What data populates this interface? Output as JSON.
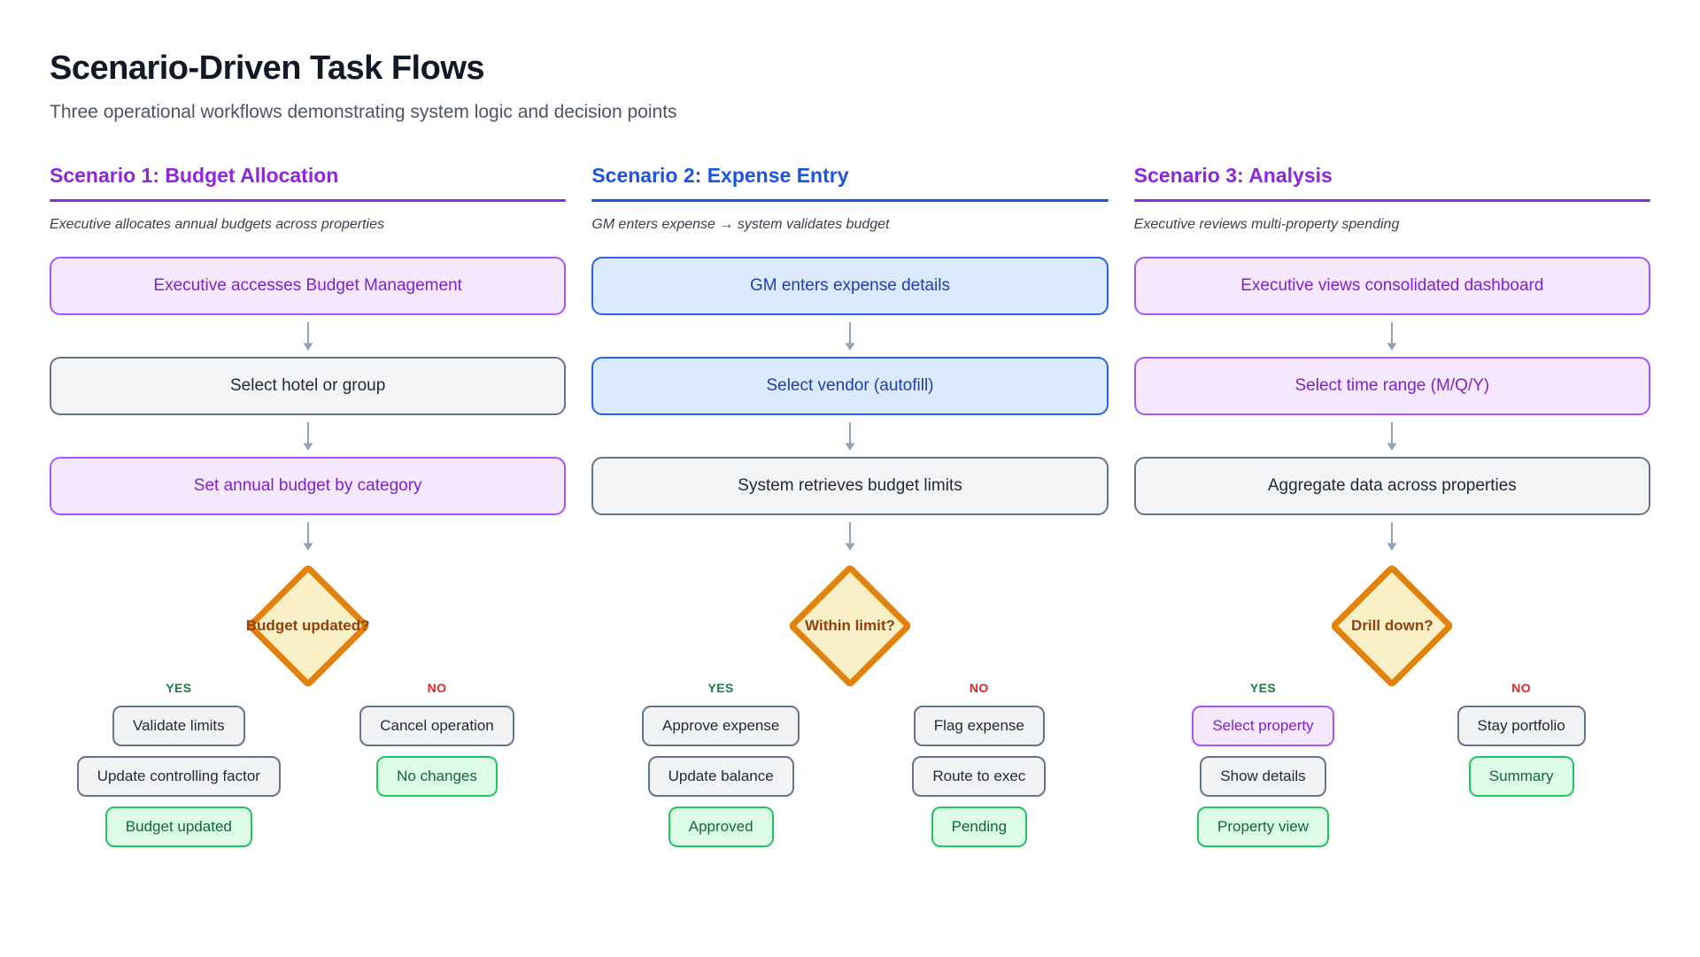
{
  "page": {
    "title": "Scenario-Driven Task Flows",
    "subtitle": "Three operational workflows demonstrating system logic and decision points"
  },
  "colors": {
    "accent_purple": "#8E26D9",
    "accent_blue": "#1A56DB",
    "node_purple": {
      "bg": "#F5E8FF",
      "border": "#A855F7",
      "text": "#7E22CE"
    },
    "node_blue": {
      "bg": "#DBEAFE",
      "border": "#2563EB",
      "text": "#1E40AF"
    },
    "node_gray": {
      "bg": "#F3F4F6",
      "border": "#64748B",
      "text": "#1F2937"
    },
    "pill_green": {
      "bg": "#DCFCE7",
      "border": "#22C55E",
      "text": "#166534"
    },
    "diamond": {
      "fill": "#FAF0C8",
      "border": "#E2820C",
      "text": "#92400E"
    },
    "yes_label": "#15803D",
    "no_label": "#DC2626",
    "arrow": "#94A3B8"
  },
  "scenarios": [
    {
      "heading": "Scenario 1: Budget Allocation",
      "accent": "#8E26D9",
      "description": "Executive allocates annual budgets across properties",
      "steps": [
        {
          "label": "Executive accesses Budget Management",
          "style": "purple"
        },
        {
          "label": "Select hotel or group",
          "style": "gray"
        },
        {
          "label": "Set annual budget by category",
          "style": "purple"
        }
      ],
      "decision": "Budget updated?",
      "yes_label": "YES",
      "no_label": "NO",
      "yes_branch": [
        {
          "label": "Validate limits",
          "style": "gray"
        },
        {
          "label": "Update controlling factor",
          "style": "gray"
        },
        {
          "label": "Budget updated",
          "style": "green"
        }
      ],
      "no_branch": [
        {
          "label": "Cancel operation",
          "style": "gray"
        },
        {
          "label": "No changes",
          "style": "green"
        }
      ]
    },
    {
      "heading": "Scenario 2: Expense Entry",
      "accent": "#1A56DB",
      "description": "GM enters expense → system validates budget",
      "steps": [
        {
          "label": "GM enters expense details",
          "style": "blue"
        },
        {
          "label": "Select vendor (autofill)",
          "style": "blue"
        },
        {
          "label": "System retrieves budget limits",
          "style": "gray"
        }
      ],
      "decision": "Within limit?",
      "yes_label": "YES",
      "no_label": "NO",
      "yes_branch": [
        {
          "label": "Approve expense",
          "style": "gray"
        },
        {
          "label": "Update balance",
          "style": "gray"
        },
        {
          "label": "Approved",
          "style": "green"
        }
      ],
      "no_branch": [
        {
          "label": "Flag expense",
          "style": "gray"
        },
        {
          "label": "Route to exec",
          "style": "gray"
        },
        {
          "label": "Pending",
          "style": "green"
        }
      ]
    },
    {
      "heading": "Scenario 3: Analysis",
      "accent": "#8E26D9",
      "description": "Executive reviews multi-property spending",
      "steps": [
        {
          "label": "Executive views consolidated dashboard",
          "style": "purple"
        },
        {
          "label": "Select time range (M/Q/Y)",
          "style": "purple"
        },
        {
          "label": "Aggregate data across properties",
          "style": "gray"
        }
      ],
      "decision": "Drill down?",
      "yes_label": "YES",
      "no_label": "NO",
      "yes_branch": [
        {
          "label": "Select property",
          "style": "purple"
        },
        {
          "label": "Show details",
          "style": "gray"
        },
        {
          "label": "Property view",
          "style": "green"
        }
      ],
      "no_branch": [
        {
          "label": "Stay portfolio",
          "style": "gray"
        },
        {
          "label": "Summary",
          "style": "green"
        }
      ]
    }
  ]
}
